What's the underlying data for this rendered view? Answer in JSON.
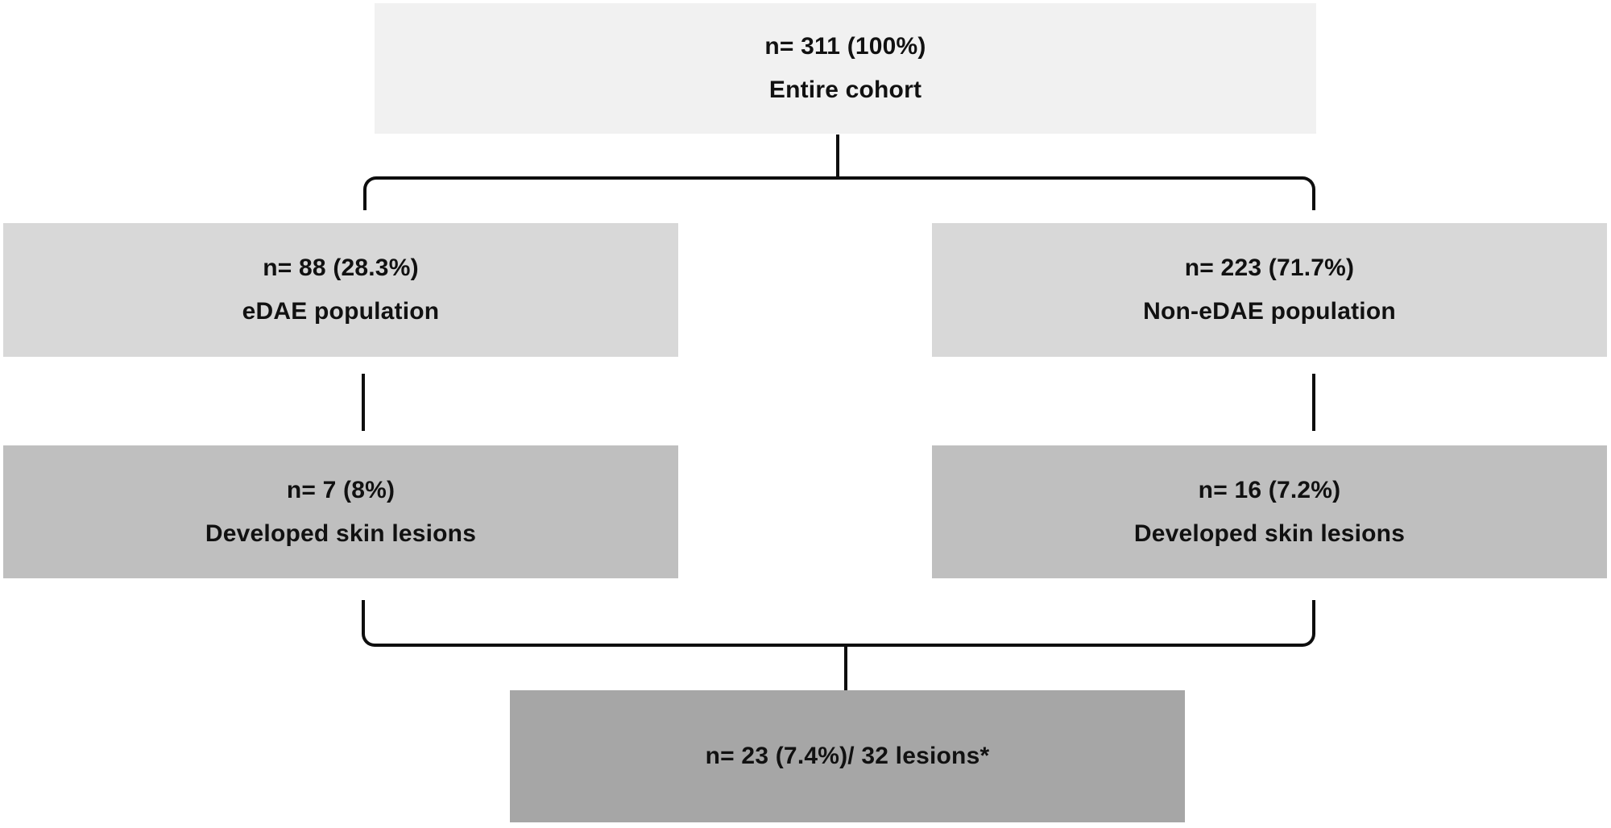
{
  "colors": {
    "background": "#ffffff",
    "text": "#111111",
    "connector": "#0e0e0e",
    "level1": "#f1f1f1",
    "level2": "#d8d8d8",
    "level3": "#bfbfbf",
    "level4": "#a6a6a6"
  },
  "boxes": {
    "entire_cohort": {
      "count": "n= 311 (100%)",
      "label": "Entire cohort"
    },
    "edae": {
      "count": "n= 88 (28.3%)",
      "label": "eDAE population"
    },
    "non_edae": {
      "count": "n= 223 (71.7%)",
      "label": "Non-eDAE population"
    },
    "edae_lesions": {
      "count": "n= 7 (8%)",
      "label": "Developed skin lesions"
    },
    "non_edae_lesions": {
      "count": "n= 16 (7.2%)",
      "label": "Developed skin lesions"
    },
    "combined_lesions": {
      "count": "n= 23 (7.4%)/ 32 lesions*"
    }
  }
}
